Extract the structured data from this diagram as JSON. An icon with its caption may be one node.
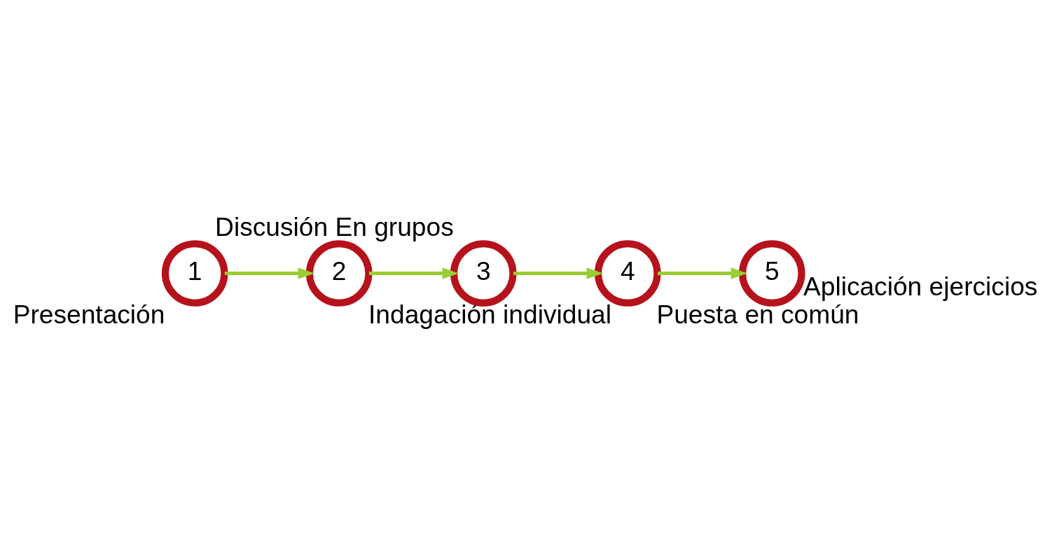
{
  "diagram": {
    "nodes": [
      {
        "text": [
          "1"
        ],
        "beside": [
          "Presentación"
        ]
      },
      {
        "text": [
          "2"
        ],
        "beside": [
          "Indagación individual"
        ]
      },
      {
        "text": [
          "3"
        ],
        "beside": [
          "Discusión En grupos"
        ]
      },
      {
        "text": [
          "4"
        ],
        "beside": [
          "Puesta en común"
        ]
      },
      {
        "text": [
          "5"
        ],
        "beside": [
          "Aplicación ejercicios"
        ]
      }
    ],
    "edges": [
      {
        "from": 0,
        "to": 1,
        "arrow": "to"
      },
      {
        "from": 1,
        "to": 2,
        "arrow": "to"
      },
      {
        "from": 2,
        "to": 3,
        "arrow": "to"
      },
      {
        "from": 3,
        "to": 4,
        "arrow": "to"
      }
    ]
  }
}
